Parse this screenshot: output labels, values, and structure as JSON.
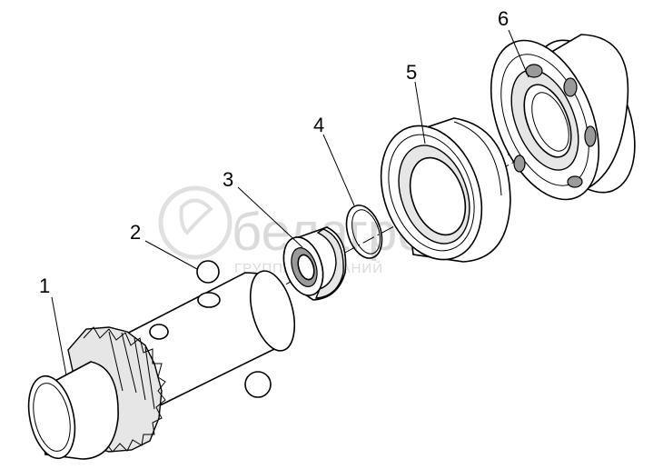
{
  "callouts": [
    {
      "id": "1",
      "label": "1"
    },
    {
      "id": "2",
      "label": "2"
    },
    {
      "id": "3",
      "label": "3"
    },
    {
      "id": "4",
      "label": "4"
    },
    {
      "id": "5",
      "label": "5"
    },
    {
      "id": "6",
      "label": "6"
    }
  ],
  "watermark": {
    "brand": "белагро",
    "tagline": "ГРУППА КОМПАНИЙ"
  }
}
